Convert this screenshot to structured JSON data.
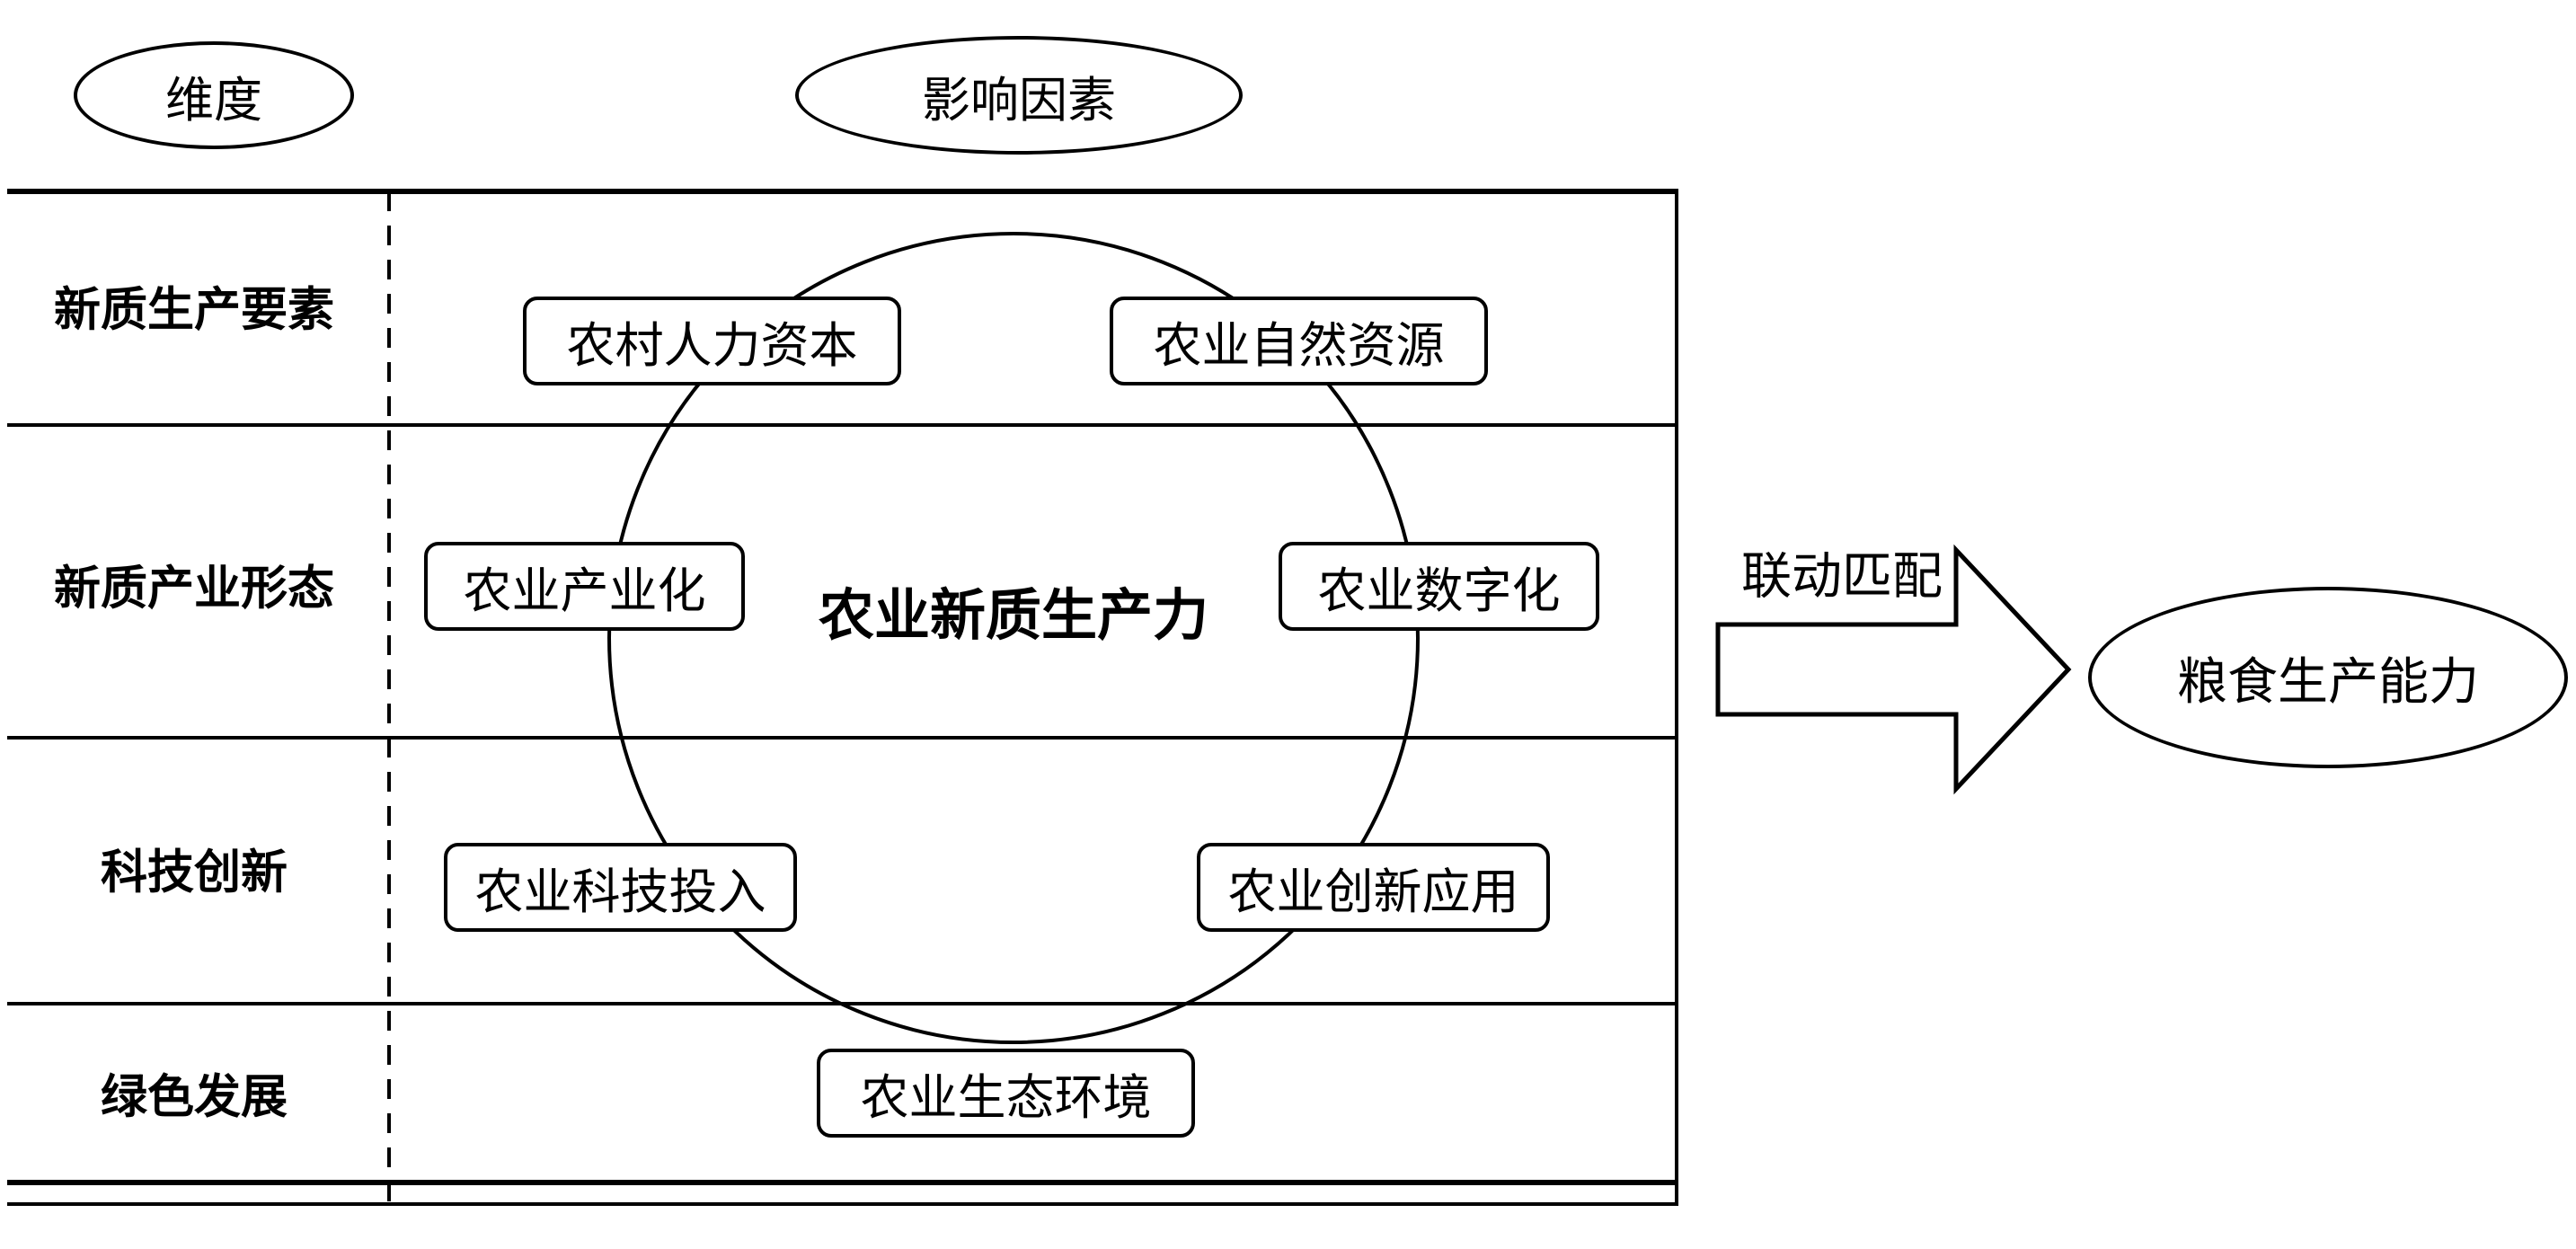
{
  "header": {
    "dimension": "维度",
    "factors": "影响因素"
  },
  "rows": [
    {
      "label": "新质生产要素"
    },
    {
      "label": "新质产业形态"
    },
    {
      "label": "科技创新"
    },
    {
      "label": "绿色发展"
    }
  ],
  "circle": {
    "title": "农业新质生产力",
    "factors": [
      {
        "label": "农村人力资本"
      },
      {
        "label": "农业自然资源"
      },
      {
        "label": "农业产业化"
      },
      {
        "label": "农业数字化"
      },
      {
        "label": "农业科技投入"
      },
      {
        "label": "农业创新应用"
      },
      {
        "label": "农业生态环境"
      }
    ]
  },
  "arrow": {
    "label": "联动匹配"
  },
  "output": {
    "label": "粮食生产能力"
  },
  "colors": {
    "stroke": "#000000",
    "background": "#ffffff"
  }
}
